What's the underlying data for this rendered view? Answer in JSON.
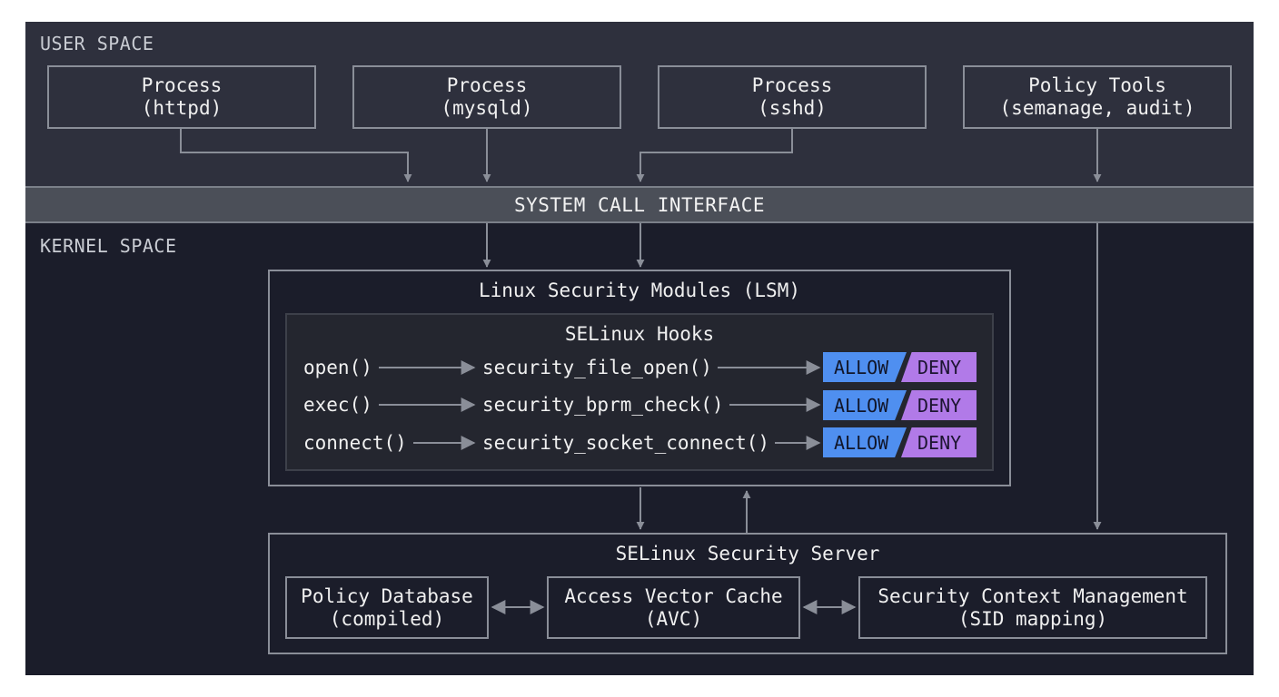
{
  "colors": {
    "user_space_bg": "#2e303d",
    "kernel_space_bg": "#1b1d2a",
    "syscall_band": "#4b4f58",
    "connector": "#8a8e98",
    "allow": "#4f8ff0",
    "deny": "#b17ae8"
  },
  "user_space": {
    "label": "USER SPACE",
    "processes": [
      {
        "line1": "Process",
        "line2": "(httpd)"
      },
      {
        "line1": "Process",
        "line2": "(mysqld)"
      },
      {
        "line1": "Process",
        "line2": "(sshd)"
      },
      {
        "line1": "Policy Tools",
        "line2": "(semanage, audit)"
      }
    ]
  },
  "syscall": {
    "label": "SYSTEM CALL INTERFACE"
  },
  "kernel_space": {
    "label": "KERNEL SPACE",
    "lsm": {
      "title": "Linux Security Modules (LSM)",
      "hooks_title": "SELinux Hooks",
      "hooks": [
        {
          "call": "open()",
          "hook": "security_file_open()",
          "allow": "ALLOW",
          "deny": "DENY"
        },
        {
          "call": "exec()",
          "hook": "security_bprm_check()",
          "allow": "ALLOW",
          "deny": "DENY"
        },
        {
          "call": "connect()",
          "hook": "security_socket_connect()",
          "allow": "ALLOW",
          "deny": "DENY"
        }
      ]
    },
    "server": {
      "title": "SELinux Security Server",
      "components": [
        {
          "line1": "Policy Database",
          "line2": "(compiled)"
        },
        {
          "line1": "Access Vector Cache",
          "line2": "(AVC)"
        },
        {
          "line1": "Security Context Management",
          "line2": "(SID mapping)"
        }
      ]
    }
  }
}
